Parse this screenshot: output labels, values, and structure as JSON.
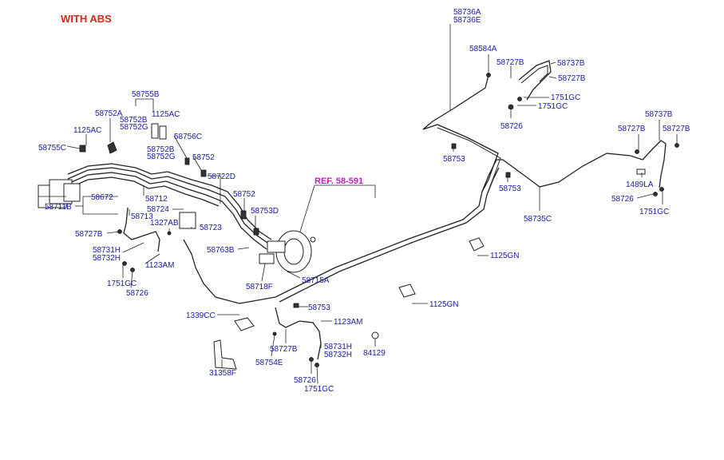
{
  "title": "WITH ABS",
  "reference": "REF. 58-591",
  "labels": {
    "l58736A": "58736A",
    "l58736E": "58736E",
    "l58584A": "58584A",
    "l58727B_a": "58727B",
    "l58737B_a": "58737B",
    "l58727B_b": "58727B",
    "l1751GC_a": "1751GC",
    "l1751GC_b": "1751GC",
    "l58726_a": "58726",
    "l58737B_b": "58737B",
    "l58727B_c": "58727B",
    "l58727B_d": "58727B",
    "l1489LA": "1489LA",
    "l58726_b": "58726",
    "l1751GC_c": "1751GC",
    "l58753_a": "58753",
    "l58753_b": "58753",
    "l58735C": "58735C",
    "l58755B": "58755B",
    "l58752A": "58752A",
    "l58752B_a": "58752B",
    "l58752G_a": "58752G",
    "l1125AC_a": "1125AC",
    "l1125AC_b": "1125AC",
    "l58755C": "58755C",
    "l58756C": "58756C",
    "l58752B_b": "58752B",
    "l58752G_b": "58752G",
    "l58752": "58752",
    "l58722D": "58722D",
    "l58752_b": "58752",
    "l58753D": "58753D",
    "l58672": "58672",
    "l58711B": "58711B",
    "l58712": "58712",
    "l58724": "58724",
    "l58713": "58713",
    "l1327AB": "1327AB",
    "l58723": "58723",
    "l58727B_e": "58727B",
    "l58763B": "58763B",
    "l58731H_a": "58731H",
    "l58732H_a": "58732H",
    "l1123AM_a": "1123AM",
    "l1751GC_d": "1751GC",
    "l58726_c": "58726",
    "l58718F": "58718F",
    "l58715A": "58715A",
    "l1125GN_a": "1125GN",
    "l1125GN_b": "1125GN",
    "l1339CC": "1339CC",
    "l58753_c": "58753",
    "l1123AM_b": "1123AM",
    "l58727B_f": "58727B",
    "l58731H_b": "58731H",
    "l58732H_b": "58732H",
    "l84129": "84129",
    "l58754E": "58754E",
    "l31358F": "31358F",
    "l58726_d": "58726",
    "l1751GC_e": "1751GC"
  }
}
